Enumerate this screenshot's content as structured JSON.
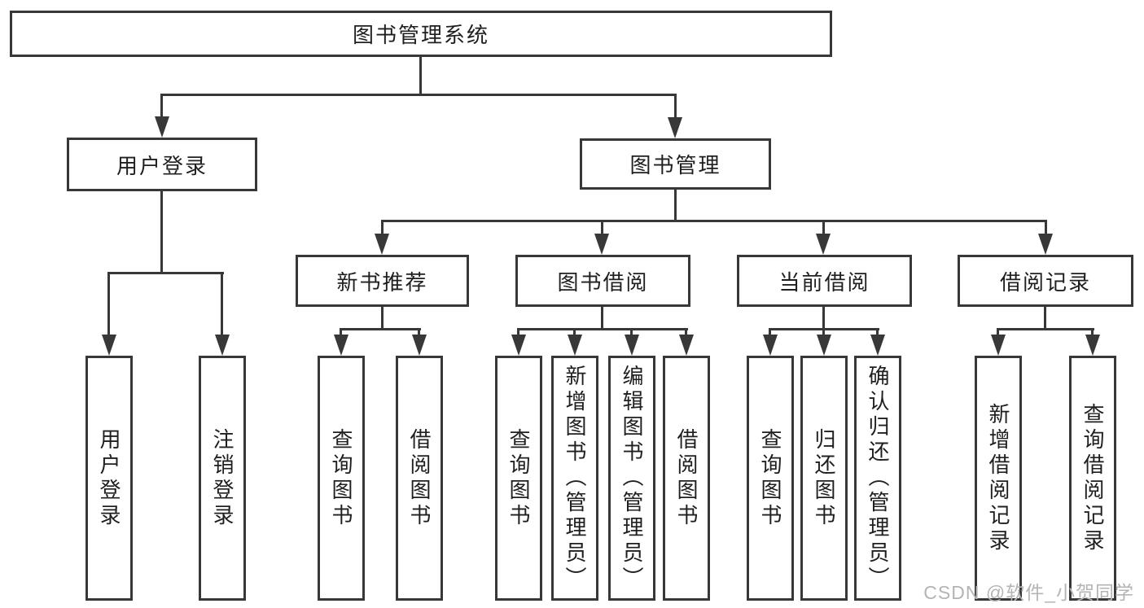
{
  "title": "图书管理系统",
  "level2": {
    "user_login": "用户登录",
    "book_mgmt": "图书管理"
  },
  "level3": {
    "new_books": "新书推荐",
    "book_borrow": "图书借阅",
    "current_borrow": "当前借阅",
    "borrow_records": "借阅记录"
  },
  "leaves": {
    "user_login": [
      "用户登录",
      "注销登录"
    ],
    "new_books": [
      "查询图书",
      "借阅图书"
    ],
    "book_borrow": [
      "查询图书",
      "新增图书（管理员）",
      "编辑图书（管理员）",
      "借阅图书"
    ],
    "current_borrow": [
      "查询图书",
      "归还图书",
      "确认归还（管理员）"
    ],
    "borrow_records": [
      "新增借阅记录",
      "查询借阅记录"
    ]
  },
  "watermark": "CSDN @软件_小贺同学",
  "colors": {
    "line": "#383838",
    "text": "#1f1f1f",
    "watermark": "#b4b4b4",
    "background": "#ffffff"
  }
}
